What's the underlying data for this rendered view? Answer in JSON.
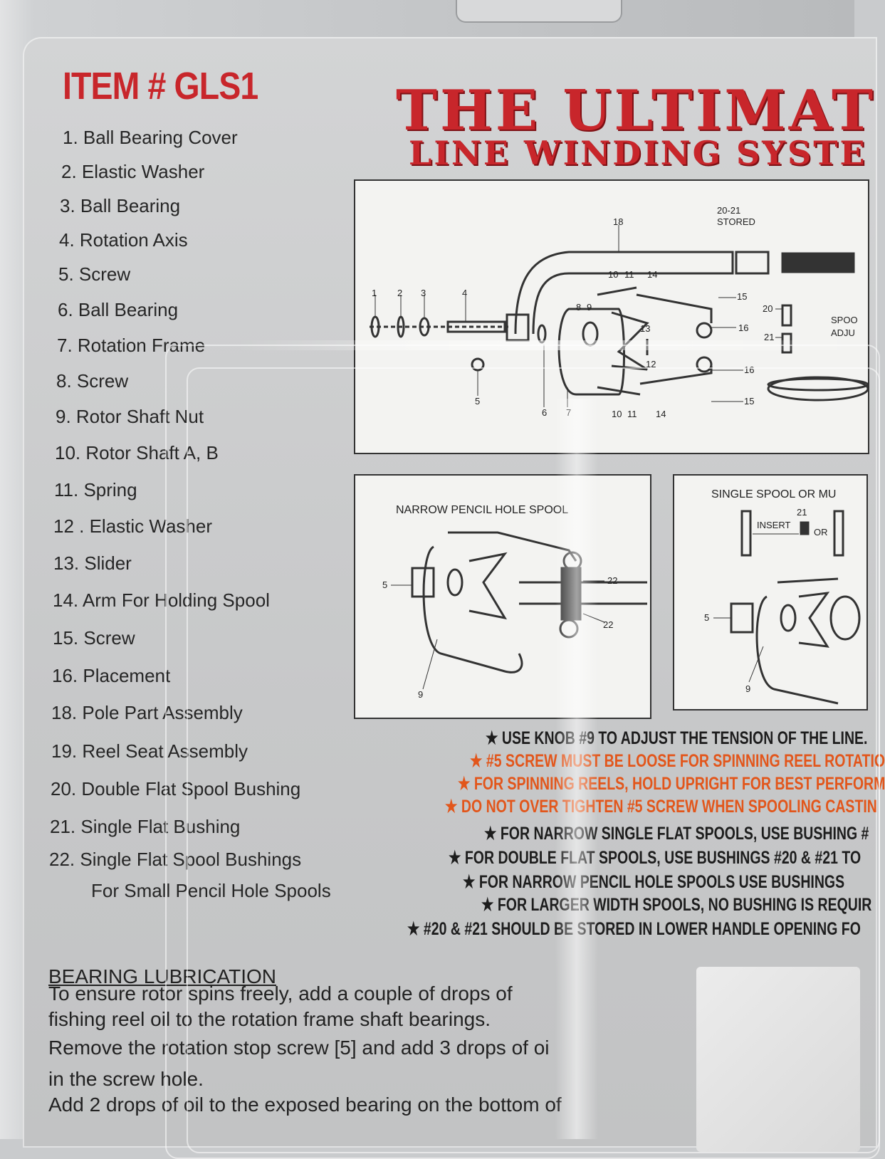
{
  "item_title": "ITEM # GLS1",
  "brand": {
    "line1": "THE ULTIMAT",
    "line2": "LINE WINDING SYSTE"
  },
  "parts": [
    "1. Ball Bearing Cover",
    "2.  Elastic Washer",
    "3.  Ball Bearing",
    "4.  Rotation Axis",
    "5.  Screw",
    "6.  Ball Bearing",
    "7.  Rotation Frame",
    "8.  Screw",
    "9.  Rotor Shaft Nut",
    "10.  Rotor Shaft A, B",
    "11.  Spring",
    "12 .  Elastic Washer",
    "13.  Slider",
    "14.  Arm For Holding Spool",
    "15.  Screw",
    "16.  Placement",
    "18.  Pole Part Assembly",
    "19.  Reel Seat Assembly",
    "20.  Double Flat Spool Bushing",
    "21.  Single Flat Bushing",
    "22.  Single Flat Spool Bushings",
    "For Small Pencil Hole Spools"
  ],
  "diagram_main": {
    "labels": [
      "18",
      "20-21",
      "STORED",
      "10",
      "11",
      "14",
      "15",
      "16",
      "16",
      "15",
      "1",
      "2",
      "3",
      "4",
      "8",
      "9",
      "13",
      "12",
      "5",
      "6",
      "7",
      "10",
      "11",
      "14",
      "20",
      "21",
      "SPOO",
      "ADJU"
    ]
  },
  "diagram_narrow": {
    "title": "NARROW PENCIL HOLE SPOOL",
    "labels": [
      "5",
      "22",
      "22",
      "9"
    ]
  },
  "diagram_single": {
    "title": "SINGLE SPOOL OR MU",
    "labels": [
      "21",
      "INSERT",
      "OR",
      "5",
      "9"
    ]
  },
  "notes": [
    {
      "text": "★ USE KNOB #9 TO ADJUST THE TENSION OF THE LINE.",
      "color": "black"
    },
    {
      "text": "★ #5 SCREW MUST BE LOOSE FOR SPINNING REEL ROTATIO",
      "color": "orange"
    },
    {
      "text": "★ FOR SPINNING REELS, HOLD UPRIGHT FOR BEST PERFORM",
      "color": "orange"
    },
    {
      "text": "★ DO NOT OVER TIGHTEN #5 SCREW WHEN SPOOLING CASTIN",
      "color": "orange"
    },
    {
      "text": "★ FOR NARROW SINGLE FLAT SPOOLS, USE BUSHING #",
      "color": "black"
    },
    {
      "text": "★ FOR DOUBLE FLAT SPOOLS, USE BUSHINGS #20 & #21 TO",
      "color": "black"
    },
    {
      "text": "★ FOR NARROW PENCIL HOLE SPOOLS USE BUSHINGS",
      "color": "black"
    },
    {
      "text": "★ FOR LARGER WIDTH SPOOLS, NO BUSHING IS REQUIR",
      "color": "black"
    },
    {
      "text": "★ #20 & #21 SHOULD BE STORED IN LOWER HANDLE OPENING FO",
      "color": "black"
    }
  ],
  "lubrication": {
    "heading": "BEARING LUBRICATION",
    "lines": [
      "To ensure rotor spins freely, add a couple of drops of",
      "fishing reel oil to the rotation frame shaft bearings.",
      "Remove the rotation stop screw [5] and add 3 drops of oi",
      "in the screw hole.",
      "Add 2 drops of oil to the exposed bearing on the bottom of"
    ]
  },
  "colors": {
    "brand_red": "#c8262b",
    "note_orange": "#e2561b",
    "card_gray": "#c8c9ca"
  }
}
